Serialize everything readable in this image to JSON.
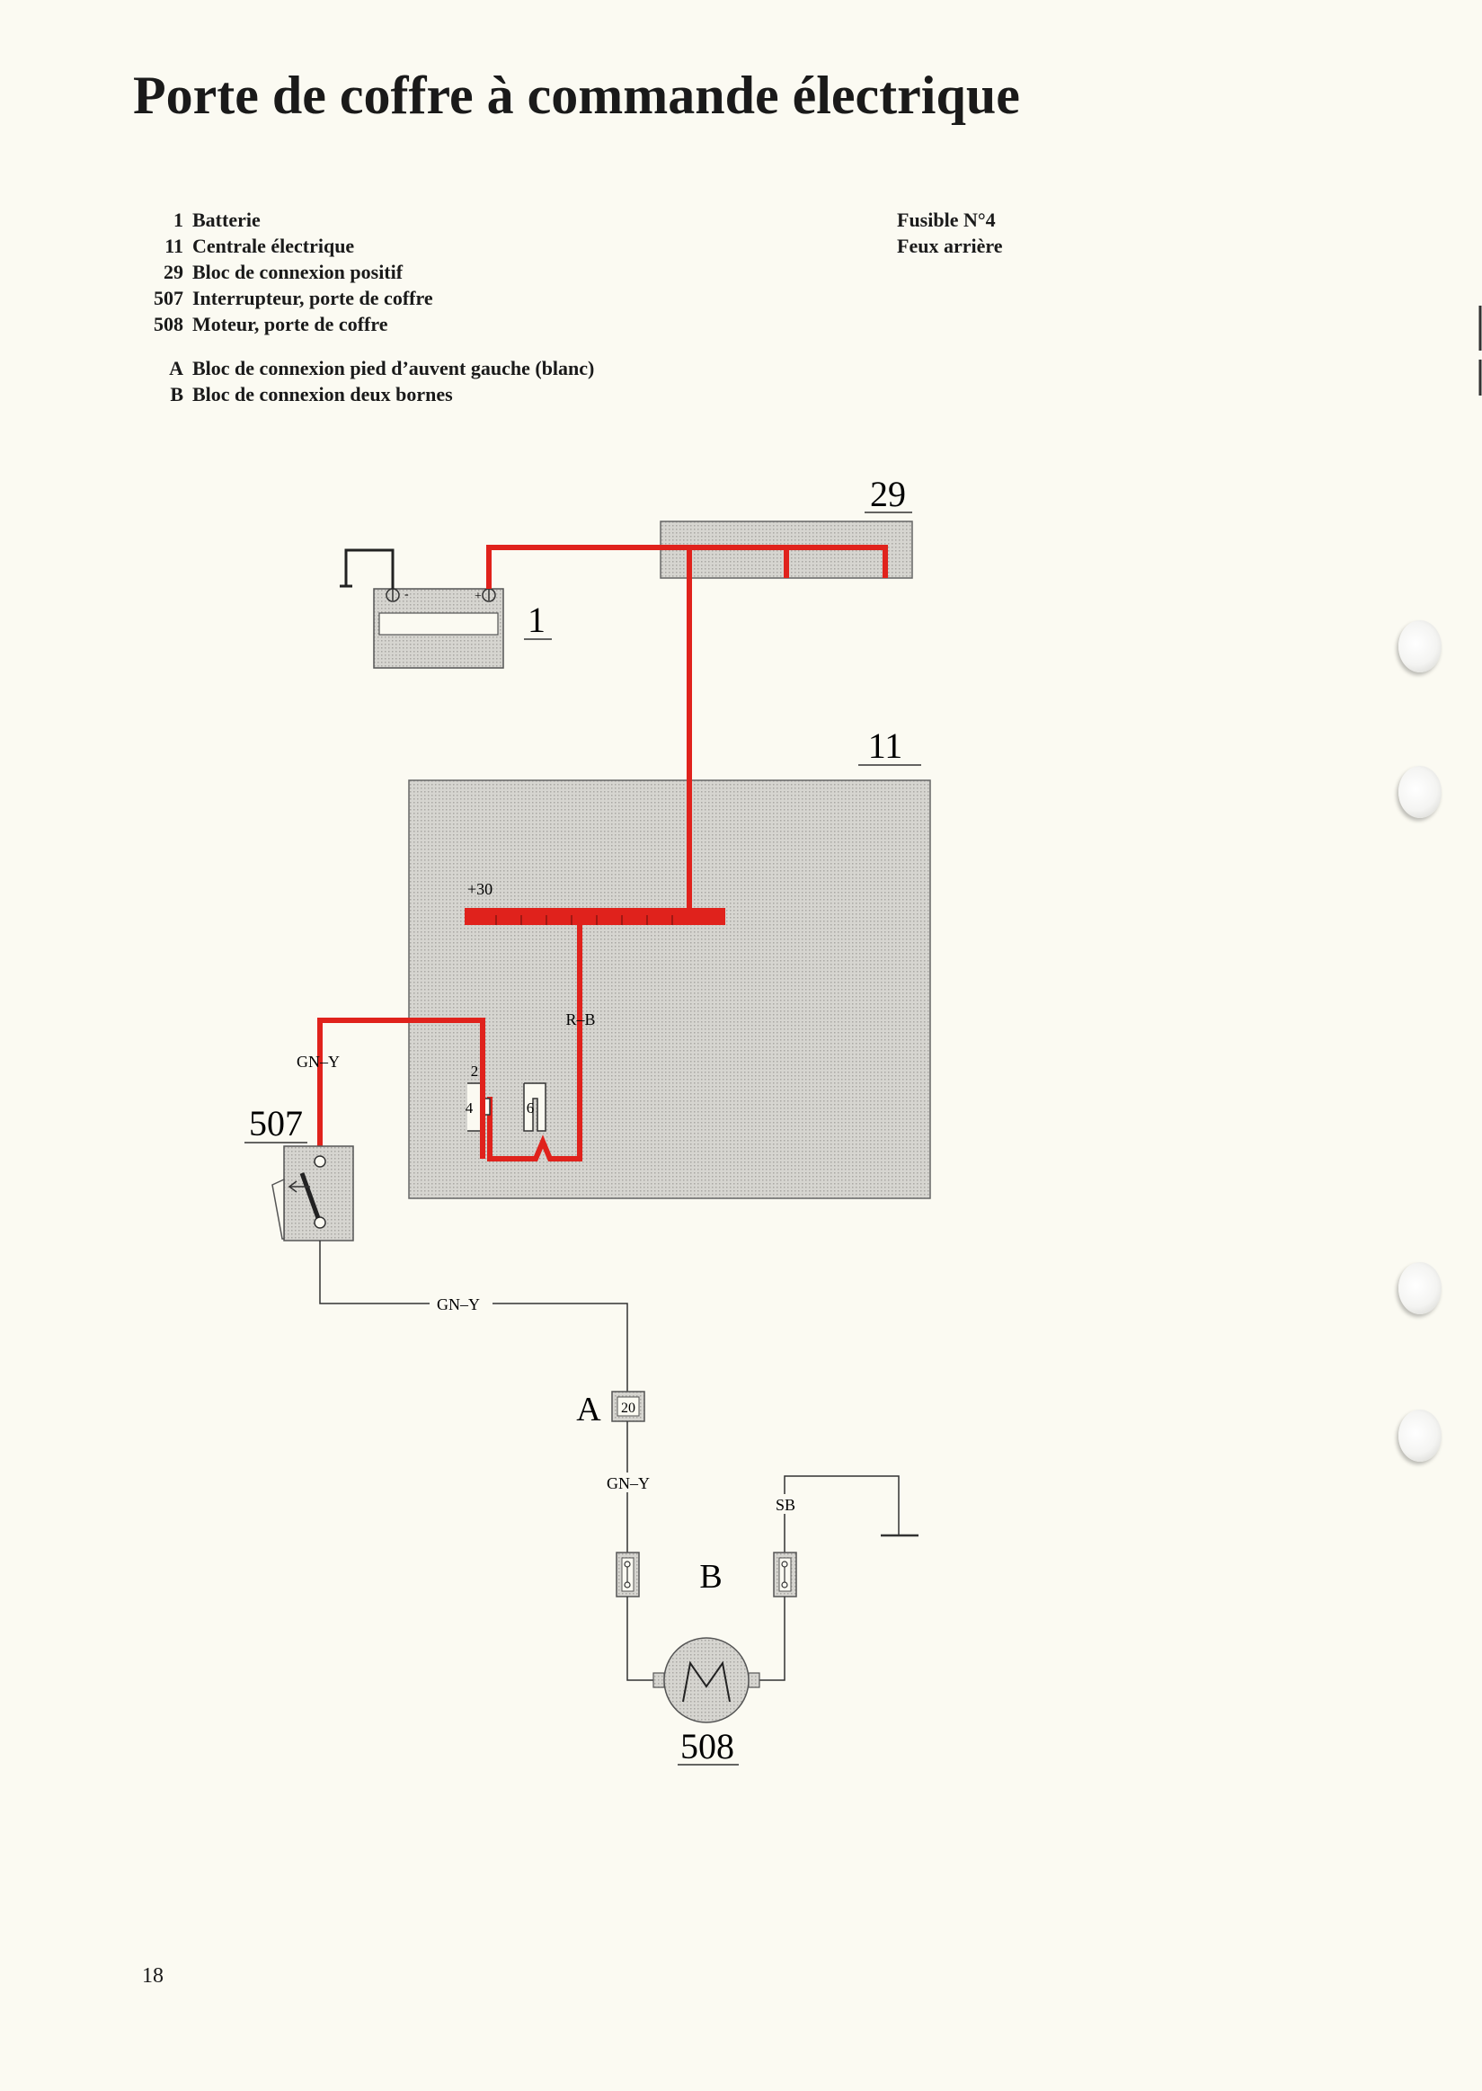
{
  "title": "Porte de coffre à commande électrique",
  "legend": [
    {
      "num": "1",
      "label": "Batterie"
    },
    {
      "num": "11",
      "label": "Centrale électrique"
    },
    {
      "num": "29",
      "label": "Bloc de connexion positif"
    },
    {
      "num": "507",
      "label": "Interrupteur, porte de coffre"
    },
    {
      "num": "508",
      "label": "Moteur, porte de coffre"
    }
  ],
  "legend_letters": [
    {
      "num": "A",
      "label": "Bloc de connexion pied d’auvent gauche (blanc)"
    },
    {
      "num": "B",
      "label": "Bloc de connexion deux bornes"
    }
  ],
  "fuse": {
    "line1": "Fusible N°4",
    "line2": "Feux arrière"
  },
  "diagram": {
    "components": {
      "c29": "29",
      "c1": "1",
      "c11": "11",
      "c507": "507",
      "c508": "508",
      "cA": "A",
      "cB": "B"
    },
    "labels": {
      "plus30": "+30",
      "rb": "R–B",
      "gny1": "GN–Y",
      "gny2": "GN–Y",
      "gny3": "GN–Y",
      "sb": "SB",
      "pin2": "2",
      "pin4": "4",
      "pin6": "6",
      "pin20": "20",
      "batt_minus": "-",
      "batt_plus": "+"
    },
    "colors": {
      "wire_red": "#e0221c",
      "wire_black": "#222222",
      "box_gray": "#d2d1cc"
    }
  },
  "page_number": "18"
}
